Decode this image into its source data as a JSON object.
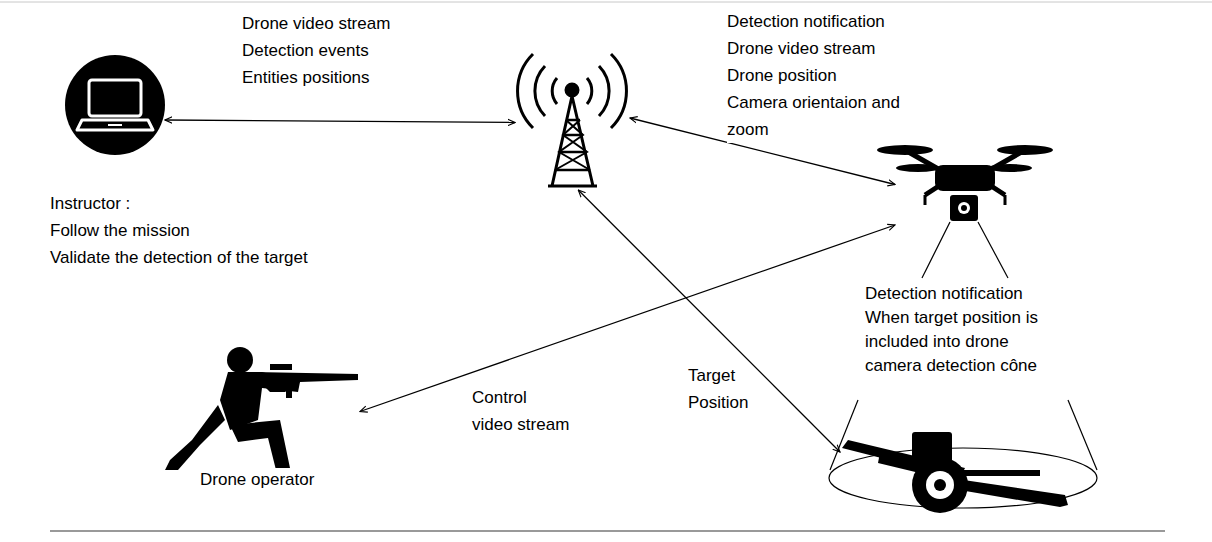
{
  "diagram": {
    "nodes": [
      {
        "text": [
          "Instructor :",
          "Follow the mission",
          "Validate the detection of the target"
        ]
      },
      {
        "text": []
      },
      {
        "text": [
          "Detection notification When target position is included into drone camera detection cône"
        ]
      },
      {
        "text": [
          "Drone operator"
        ]
      },
      {
        "text": []
      }
    ],
    "edges": [
      {
        "from": 0,
        "to": 1,
        "arrow": "both",
        "label": "Drone video stream Detection events Entities positions"
      },
      {
        "from": 1,
        "to": 2,
        "arrow": "both",
        "label": "Detection notification Drone video stream Drone position Camera orientaion and zoom"
      },
      {
        "from": 1,
        "to": 4,
        "arrow": "both",
        "label": "Target Position"
      },
      {
        "from": 3,
        "to": 2,
        "arrow": "both",
        "label": "Control video stream"
      }
    ]
  }
}
